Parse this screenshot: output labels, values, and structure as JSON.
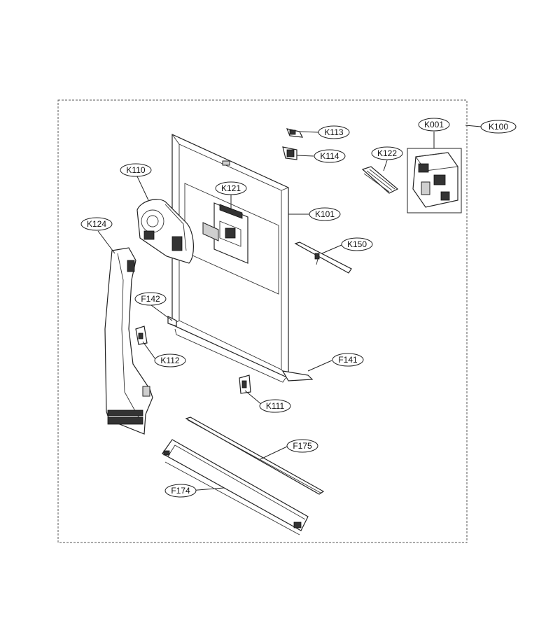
{
  "diagram": {
    "labels": {
      "K100": "K100",
      "K001": "K001",
      "K113": "K113",
      "K114": "K114",
      "K122": "K122",
      "K110": "K110",
      "K121": "K121",
      "K101": "K101",
      "K124": "K124",
      "K150": "K150",
      "F142": "F142",
      "F141": "F141",
      "K112": "K112",
      "K111": "K111",
      "F175": "F175",
      "F174": "F174"
    }
  }
}
